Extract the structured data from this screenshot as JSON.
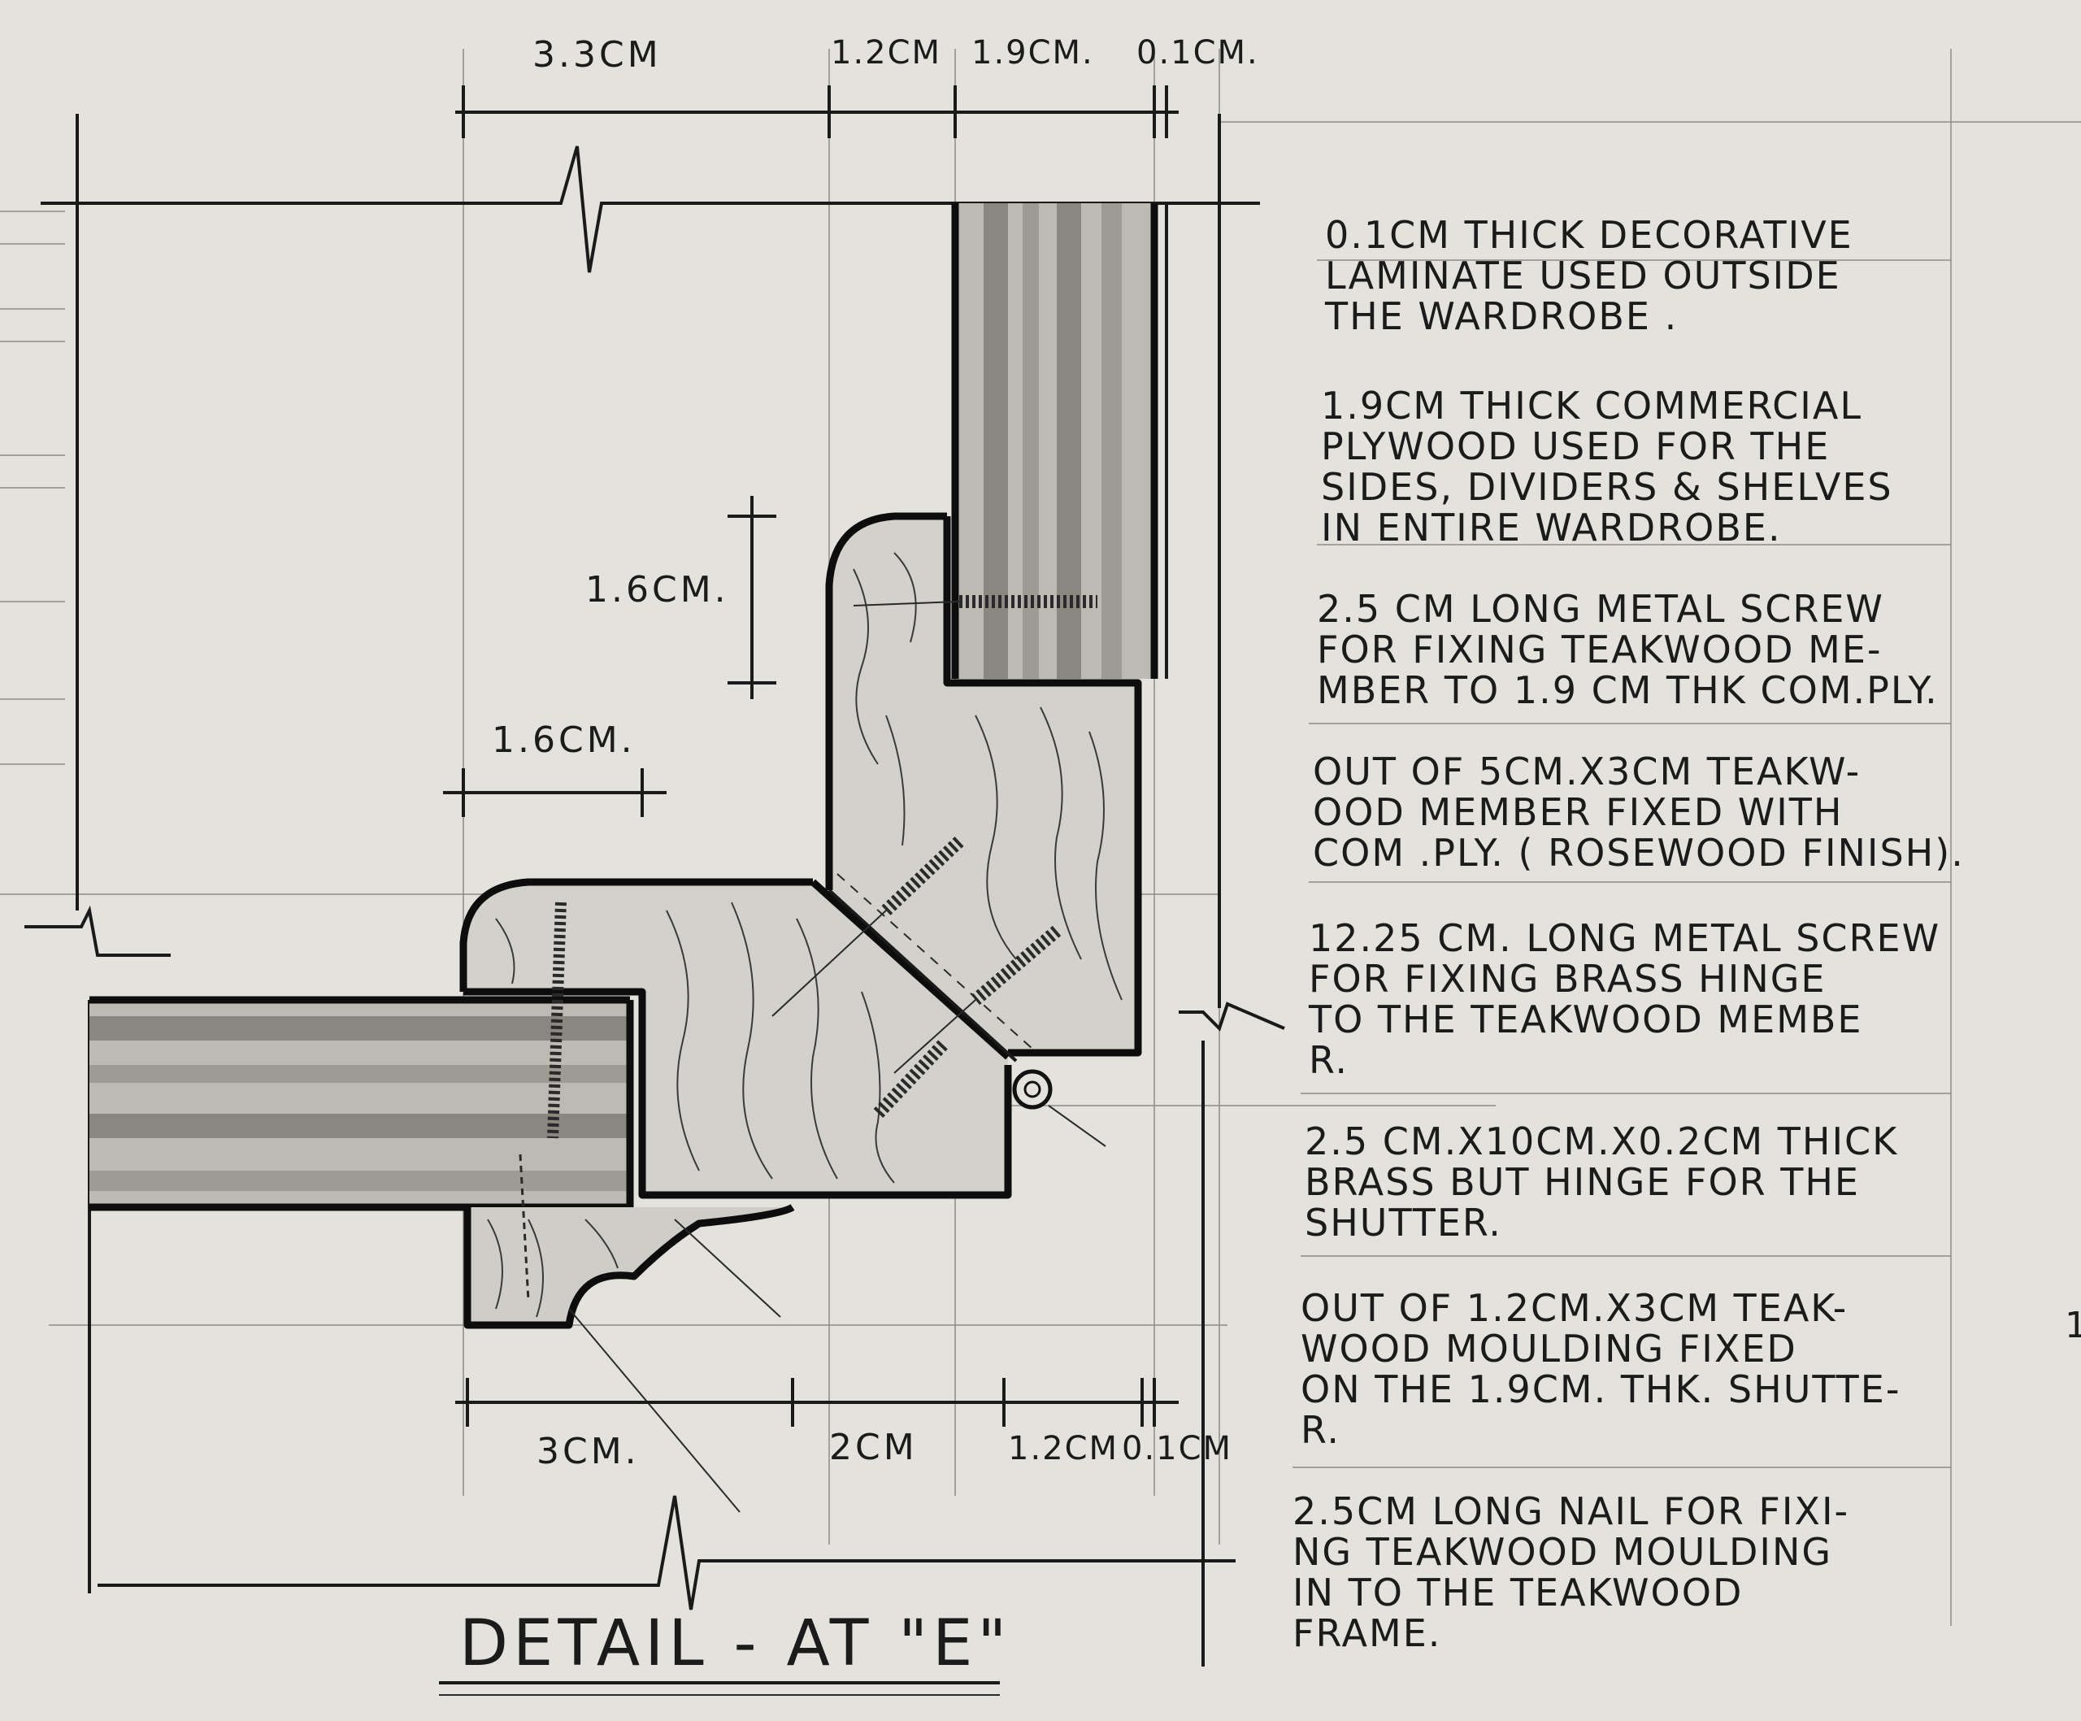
{
  "title": "DETAIL - AT \"E\"",
  "dimensions": {
    "top": [
      "3.3CM",
      "1.2CM",
      "1.9CM.",
      "0.1CM."
    ],
    "bottom": [
      "3CM.",
      "2CM",
      "1.2CM",
      "0.1CM"
    ],
    "vertical": "1.6CM.",
    "horizontal": "1.6CM."
  },
  "notes": [
    [
      "0.1CM THICK DECORATIVE",
      "LAMINATE USED OUTSIDE",
      "THE WARDROBE ."
    ],
    [
      "1.9CM THICK COMMERCIAL",
      "PLYWOOD USED FOR THE",
      "SIDES, DIVIDERS & SHELVES",
      "IN ENTIRE WARDROBE."
    ],
    [
      "2.5 CM LONG METAL SCREW",
      "FOR FIXING TEAKWOOD ME-",
      "MBER TO 1.9 CM THK COM.PLY."
    ],
    [
      "OUT OF 5CM.X3CM TEAKW-",
      "OOD MEMBER FIXED WITH",
      "COM .PLY. ( ROSEWOOD FINISH)."
    ],
    [
      "12.25 CM. LONG METAL SCREW",
      "FOR FIXING BRASS HINGE",
      "TO THE TEAKWOOD MEMBE",
      "R."
    ],
    [
      "2.5 CM.X10CM.X0.2CM THICK",
      "BRASS BUT HINGE FOR THE",
      "SHUTTER."
    ],
    [
      "OUT OF 1.2CM.X3CM TEAK-",
      "WOOD MOULDING FIXED",
      "ON THE 1.9CM. THK. SHUTTE-",
      "R."
    ],
    [
      "2.5CM LONG NAIL FOR FIXI-",
      "NG TEAKWOOD MOULDING",
      "IN TO THE TEAKWOOD",
      "FRAME."
    ]
  ],
  "margin_mark": "1"
}
